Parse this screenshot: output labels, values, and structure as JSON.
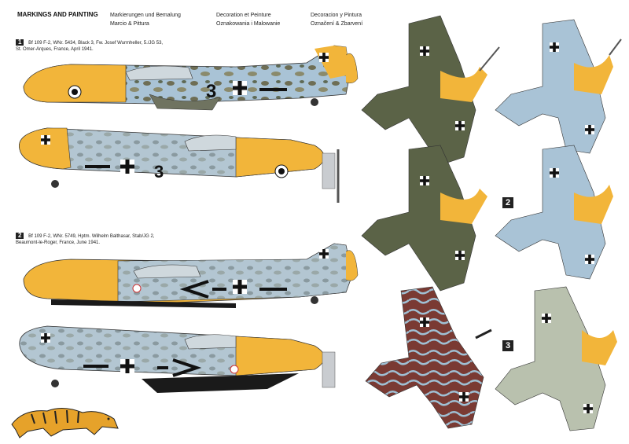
{
  "header": {
    "title": "MARKINGS AND PAINTING",
    "col1": [
      "Markierungen und Bemalung",
      "Marcio & Pittura"
    ],
    "col2": [
      "Decoration et Peinture",
      "Oznakowania i Malowanie"
    ],
    "col3": [
      "Decoracion y Pintura",
      "Označení & Zbarvení"
    ]
  },
  "scheme1": {
    "number": "1",
    "lines": [
      "Bf 109 F-2, WNr. 5434, Black 3, Fw. Josef Wurmheller, 5./JG 53,",
      "St. Omer-Arques, France, April 1941."
    ],
    "fuselage_code": "3"
  },
  "scheme2": {
    "number": "2",
    "lines": [
      "Bf 109 F-2, WNr. 5749, Hptm. Wilhelm Balthasar, Stab/JG 2,",
      "Beaumont-le-Roger, France, June 1941."
    ]
  },
  "scheme3": {
    "number": "3"
  },
  "colors": {
    "yellow": "#f2b53a",
    "blue": "#a9c3d6",
    "green_dark": "#4f5a3a",
    "green_mid": "#8a8a5c",
    "grey_pale": "#b9c1ae",
    "red_brown": "#7a3a33",
    "black": "#1a1a1a"
  }
}
